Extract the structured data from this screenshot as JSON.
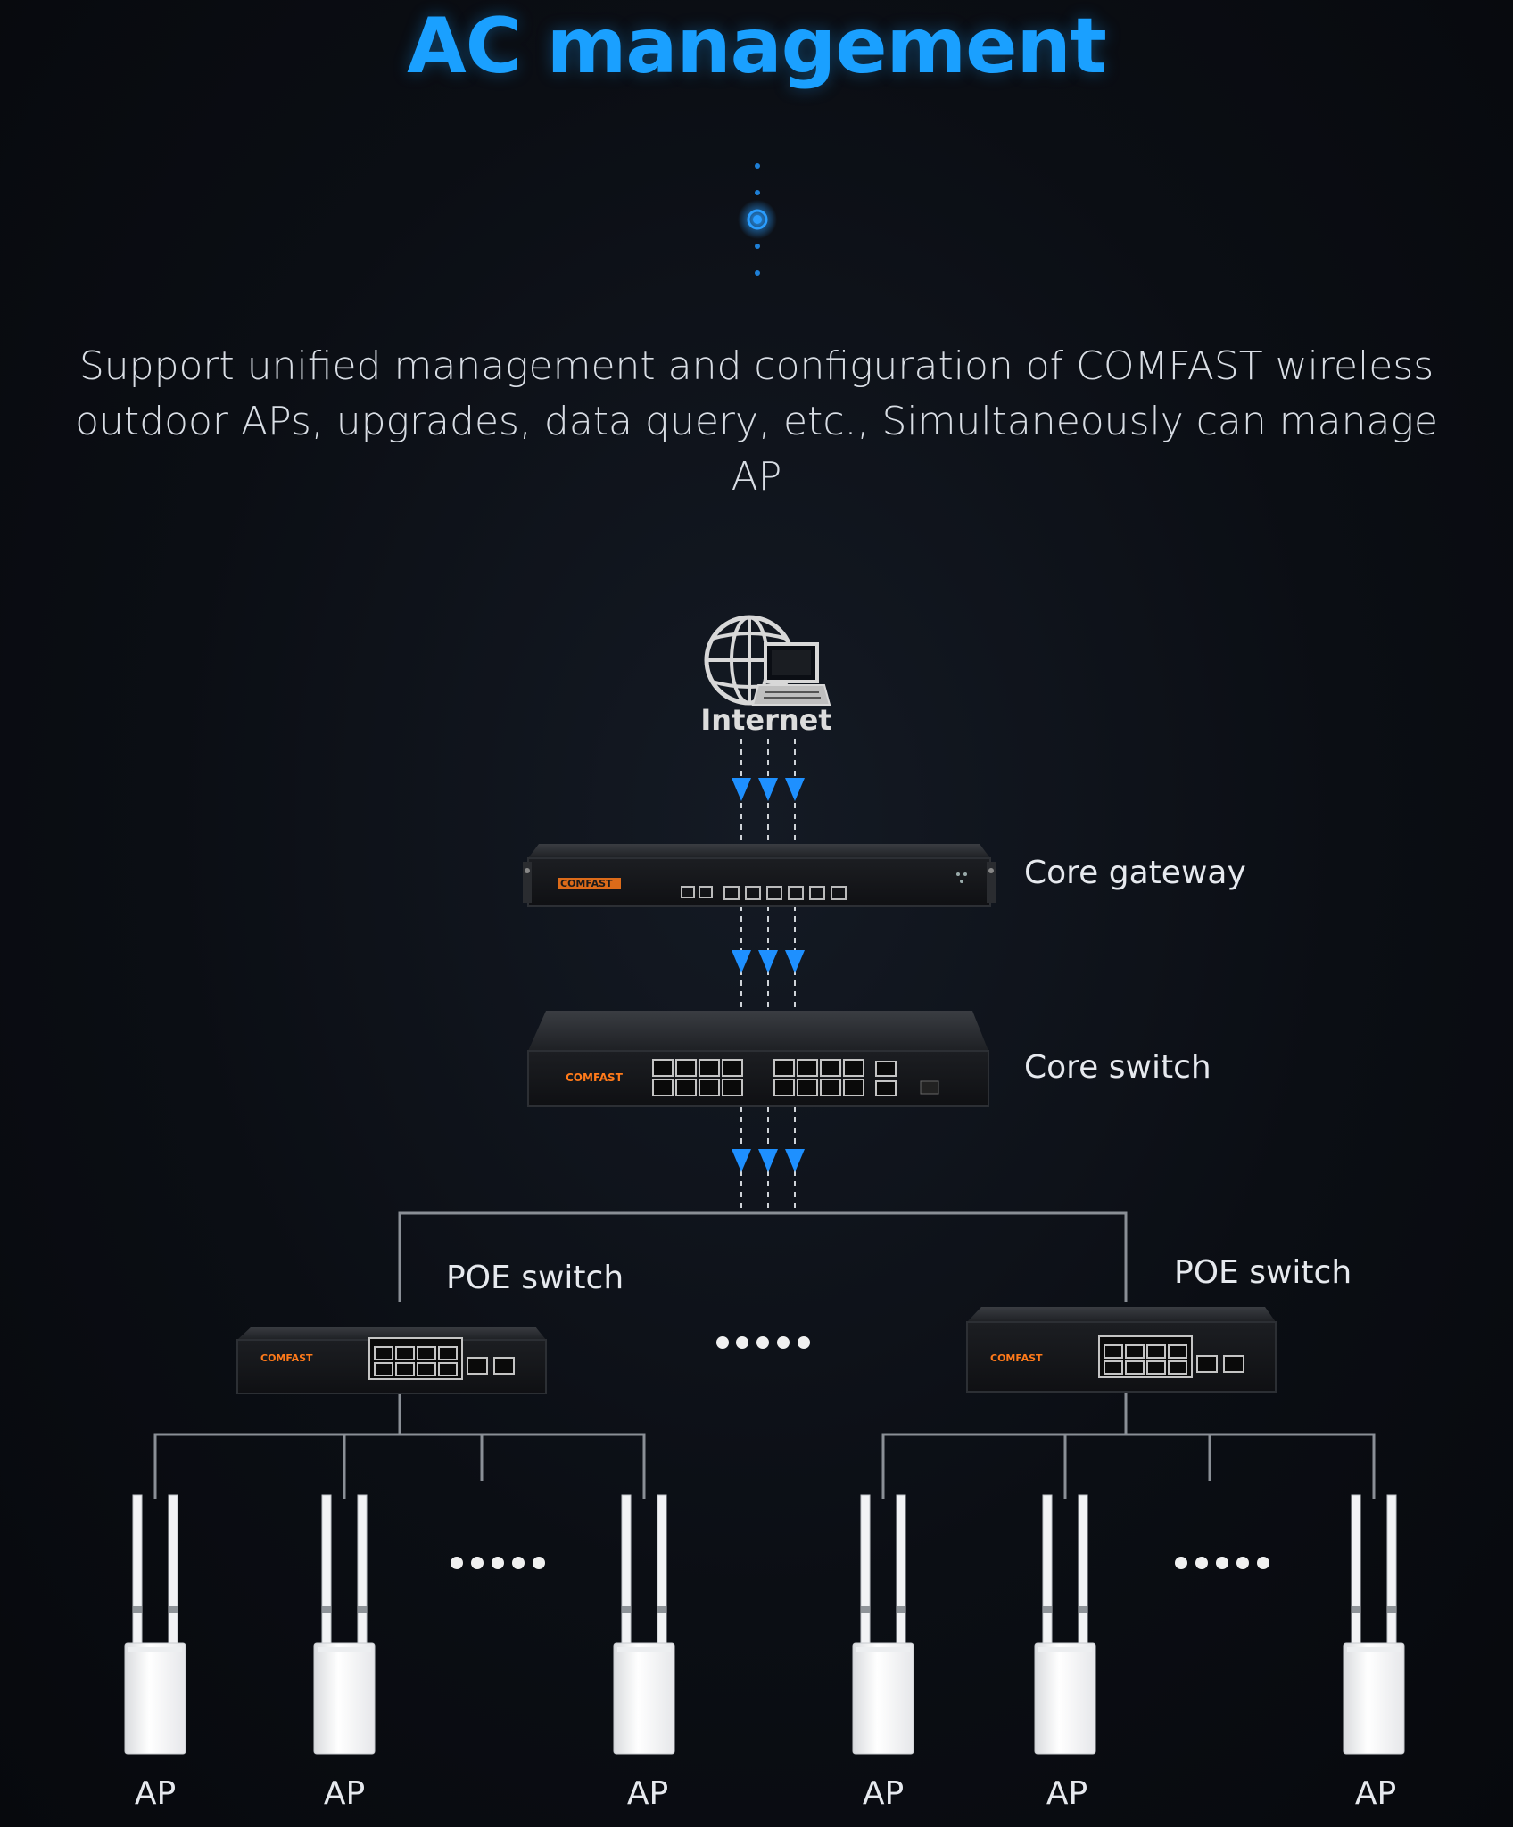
{
  "header": {
    "title": "AC management",
    "description": "Support unified management and configuration of COMFAST wireless outdoor APs, upgrades, data query, etc., Simultaneously can manage AP"
  },
  "nodes": {
    "internet": "Internet",
    "gateway": "Core gateway",
    "core_switch": "Core switch",
    "poe_left": "POE switch",
    "poe_right": "POE switch",
    "aps": [
      "AP",
      "AP",
      "AP",
      "AP",
      "AP",
      "AP"
    ],
    "brand": "COMFAST"
  },
  "colors": {
    "title": "#1aa0ff",
    "arrow": "#1e90ff",
    "line": "#8a8f96",
    "device_brand": "#ff7a1a"
  }
}
